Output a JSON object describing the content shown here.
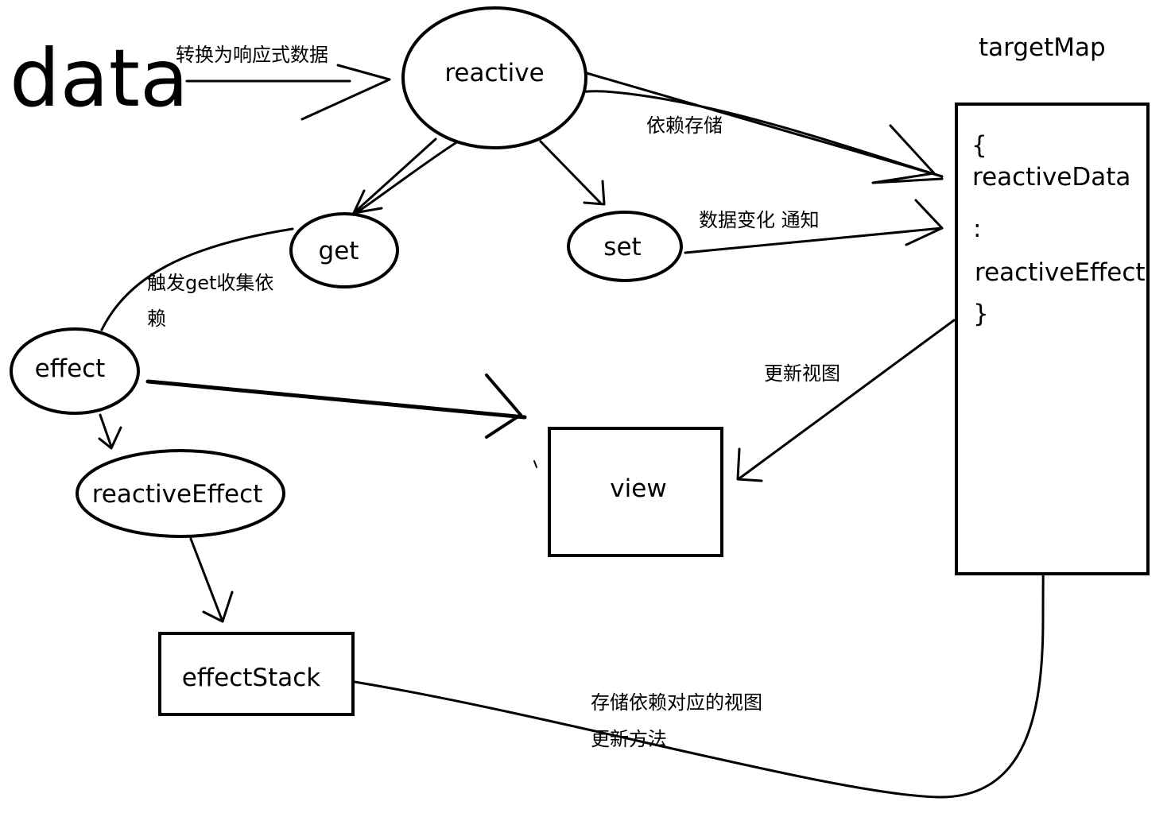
{
  "title": "data",
  "nodes": {
    "reactive": "reactive",
    "get": "get",
    "set": "set",
    "effect": "effect",
    "reactiveEffect": "reactiveEffect",
    "view": "view",
    "effectStack": "effectStack",
    "targetMap": {
      "title": "targetMap",
      "open_brace": "{",
      "key": "reactiveData",
      "colon": ":",
      "value": "reactiveEffect",
      "close_brace": "}"
    }
  },
  "edge_labels": {
    "to_reactive": "转换为响应式数据",
    "dependency_store": "依赖存储",
    "data_change_notify": "数据变化 通知",
    "trigger_get_line1": "触发get收集依",
    "trigger_get_line2": "赖",
    "update_view": "更新视图",
    "store_line1": "存储依赖对应的视图",
    "store_line2": "更新方法"
  }
}
